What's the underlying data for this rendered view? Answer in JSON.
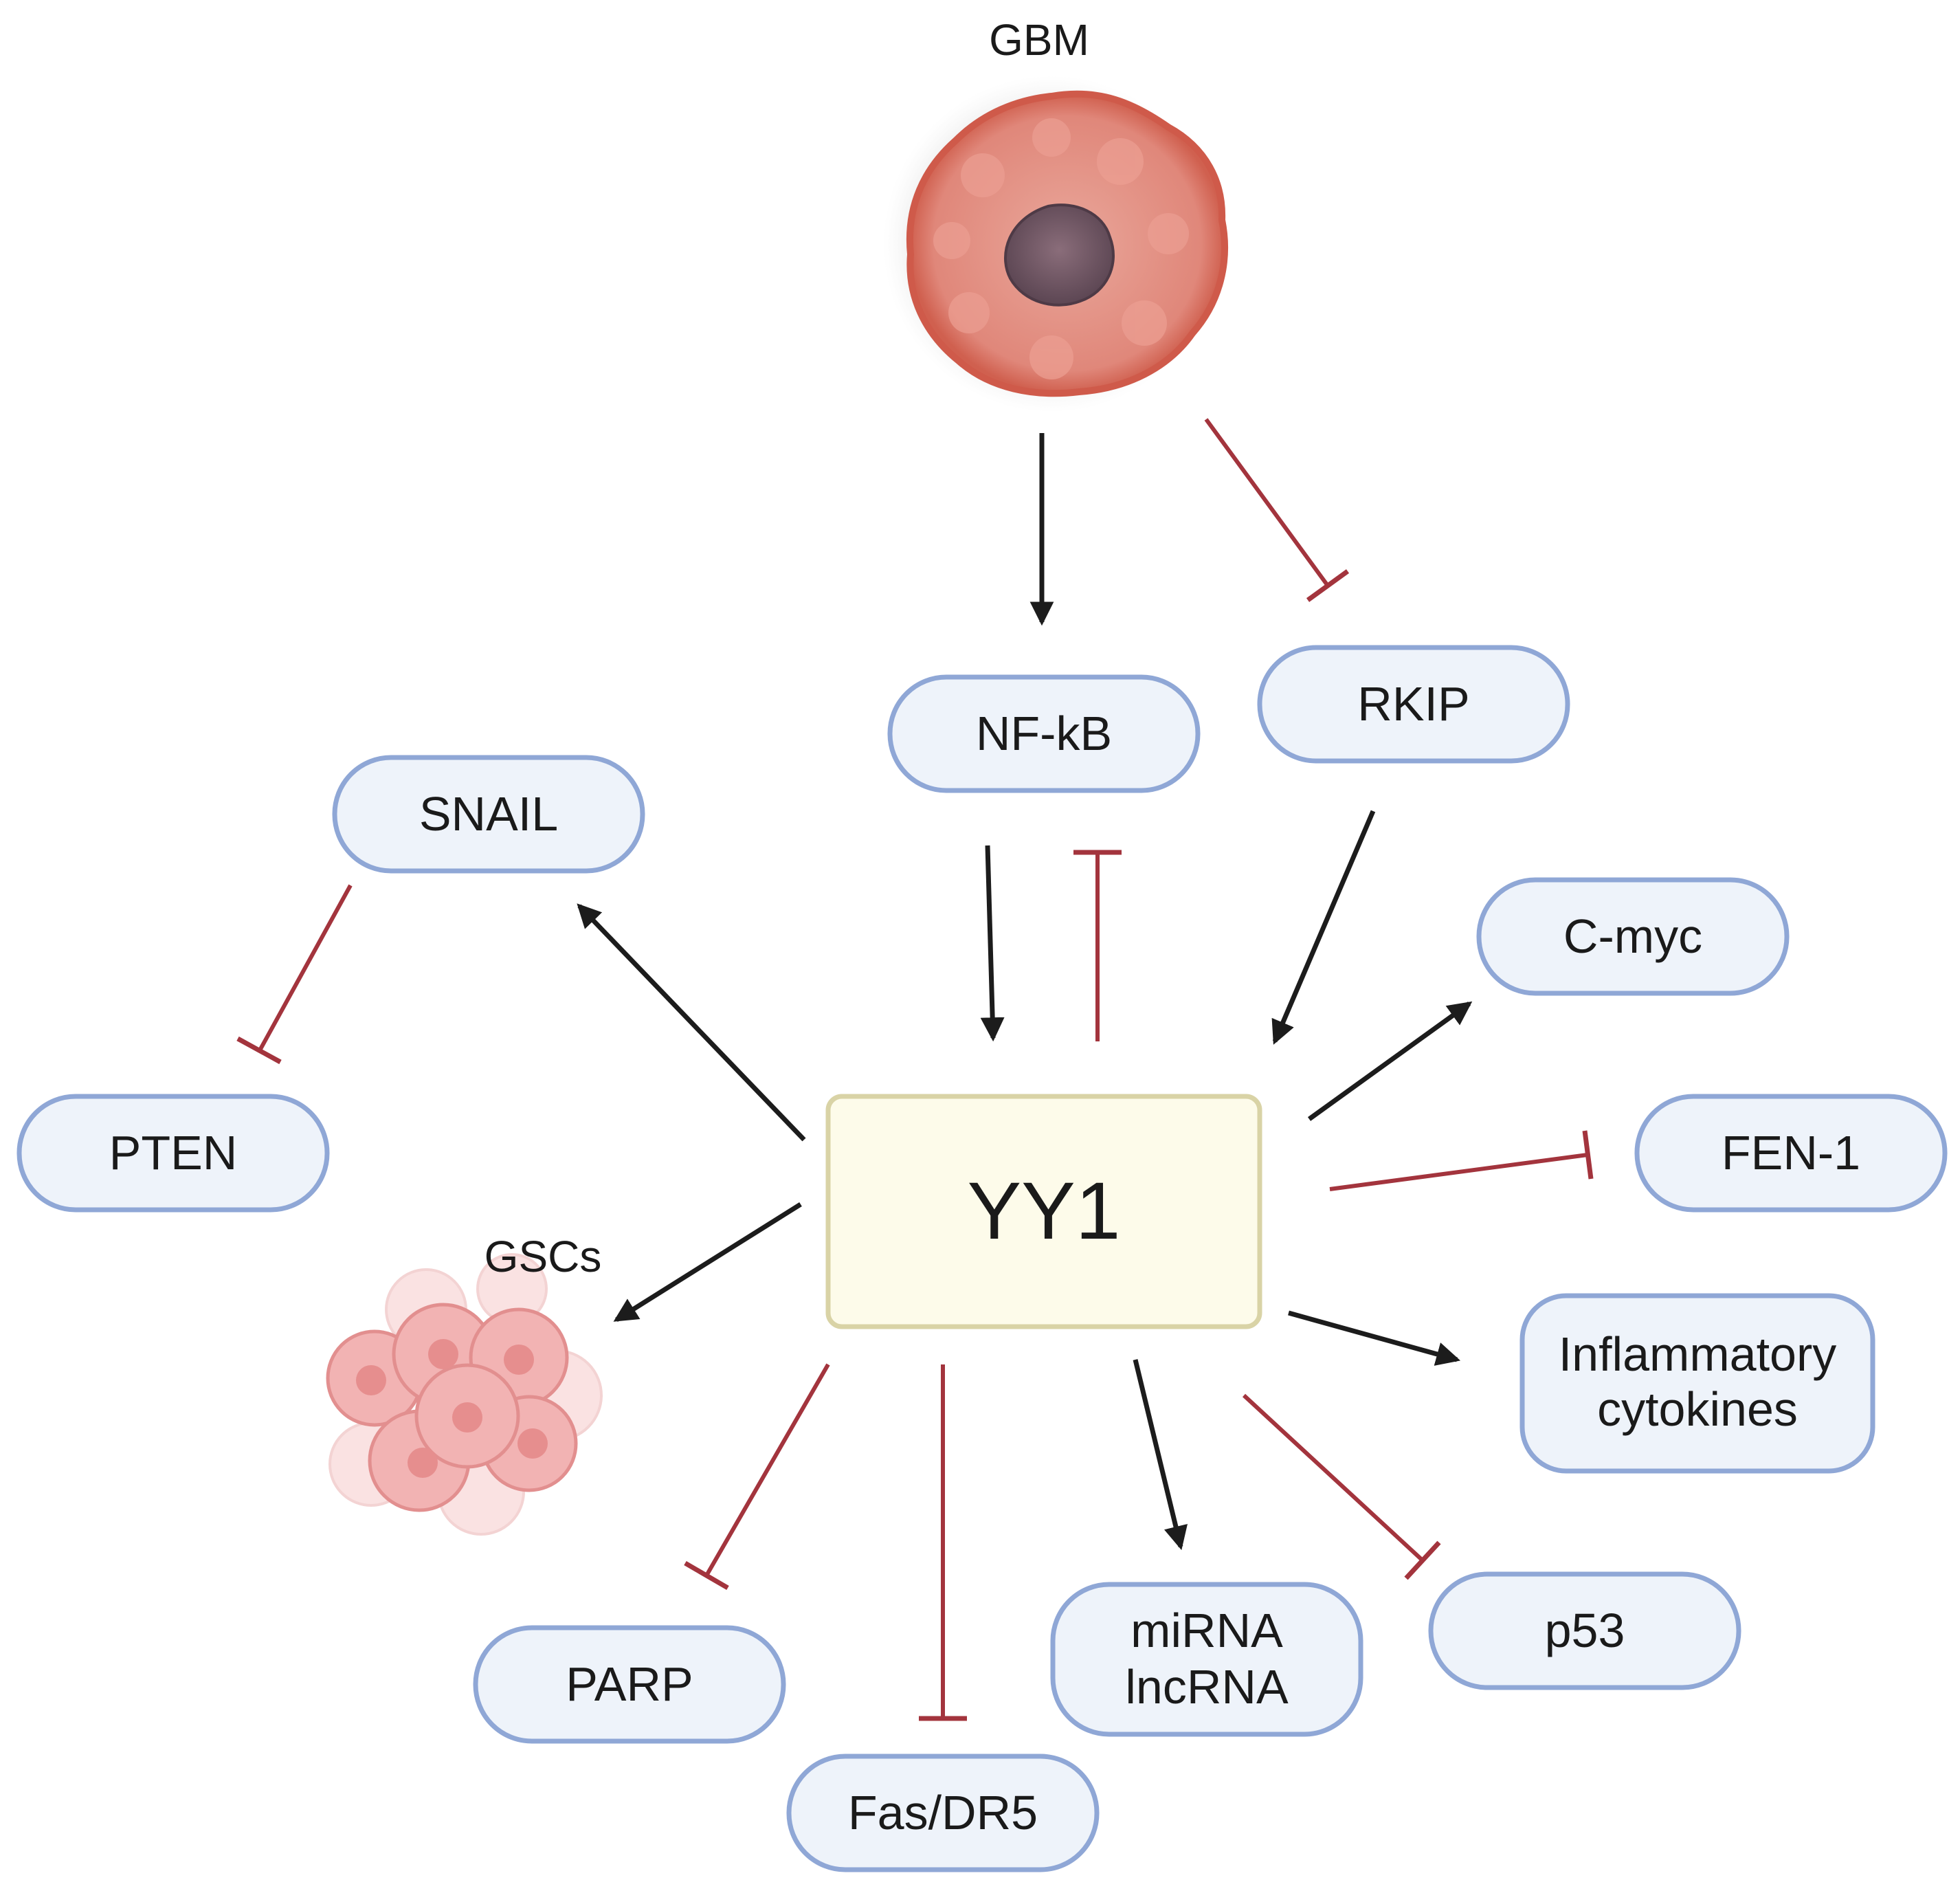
{
  "center": {
    "label": "YY1"
  },
  "top_image": {
    "label": "GBM"
  },
  "cluster_image": {
    "label": "GSCs"
  },
  "nodes": {
    "nfkb": {
      "label": "NF-kB"
    },
    "rkip": {
      "label": "RKIP"
    },
    "snail": {
      "label": "SNAIL"
    },
    "pten": {
      "label": "PTEN"
    },
    "cmyc": {
      "label": "C-myc"
    },
    "fen1": {
      "label": "FEN-1"
    },
    "inflammatory": {
      "line1": "Inflammatory",
      "line2": "cytokines"
    },
    "p53": {
      "label": "p53"
    },
    "mirna": {
      "line1": "miRNA",
      "line2": "lncRNA"
    },
    "fas": {
      "label": "Fas/DR5"
    },
    "parp": {
      "label": "PARP"
    }
  },
  "edges": [
    {
      "from": "GBM",
      "to": "NF-kB",
      "type": "activation"
    },
    {
      "from": "GBM",
      "to": "RKIP",
      "type": "inhibition"
    },
    {
      "from": "NF-kB",
      "to": "YY1",
      "type": "activation"
    },
    {
      "from": "YY1",
      "to": "NF-kB",
      "type": "inhibition"
    },
    {
      "from": "RKIP",
      "to": "YY1",
      "type": "activation"
    },
    {
      "from": "YY1",
      "to": "SNAIL",
      "type": "activation"
    },
    {
      "from": "SNAIL",
      "to": "PTEN",
      "type": "inhibition"
    },
    {
      "from": "YY1",
      "to": "C-myc",
      "type": "activation"
    },
    {
      "from": "YY1",
      "to": "FEN-1",
      "type": "inhibition"
    },
    {
      "from": "YY1",
      "to": "Inflammatory cytokines",
      "type": "activation"
    },
    {
      "from": "YY1",
      "to": "p53",
      "type": "inhibition"
    },
    {
      "from": "YY1",
      "to": "miRNA lncRNA",
      "type": "activation"
    },
    {
      "from": "YY1",
      "to": "Fas/DR5",
      "type": "inhibition"
    },
    {
      "from": "YY1",
      "to": "PARP",
      "type": "inhibition"
    },
    {
      "from": "YY1",
      "to": "GSCs",
      "type": "activation"
    }
  ],
  "colors": {
    "activation": "#1c1c1c",
    "inhibition": "#a3343d",
    "node_fill": "#eef3fa",
    "node_stroke": "#8fa7d6",
    "center_fill": "#fdfbea",
    "center_stroke": "#d9d3a6",
    "tumor": "#e8877a",
    "cells": "#f3b9b9"
  }
}
